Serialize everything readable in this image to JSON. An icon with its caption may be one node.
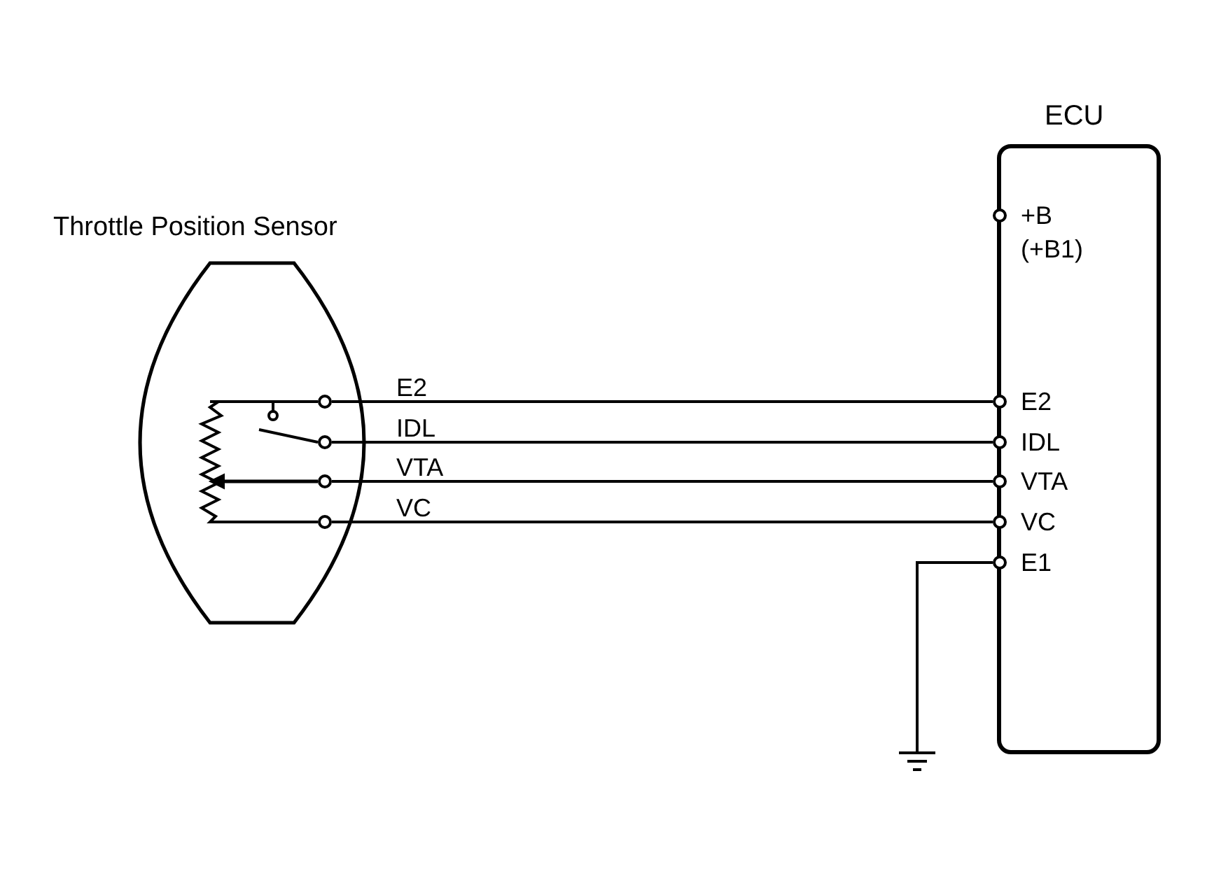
{
  "diagram": {
    "nodes": [
      {
        "text": [
          "Throttle Position Sensor"
        ]
      },
      {
        "text": [],
        "shape": "circle",
        "in": 0
      },
      {
        "text": [],
        "shape": "circle",
        "in": 0
      },
      {
        "text": [],
        "shape": "circle",
        "in": 0
      },
      {
        "text": [],
        "shape": "circle",
        "in": 0
      },
      {
        "text": [
          "ECU"
        ]
      },
      {
        "text": [
          "+B",
          "(+B1)"
        ],
        "in": 5
      },
      {
        "text": [
          "E2"
        ],
        "in": 5
      },
      {
        "text": [
          "IDL"
        ],
        "in": 5
      },
      {
        "text": [
          "VTA"
        ],
        "in": 5
      },
      {
        "text": [
          "VC"
        ],
        "in": 5
      },
      {
        "text": [
          "E1"
        ],
        "in": 5
      },
      {
        "text": [],
        "shape": "ground"
      }
    ],
    "edges": [
      {
        "from": 1,
        "to": 7,
        "arrow": "none",
        "label": "E2"
      },
      {
        "from": 2,
        "to": 8,
        "arrow": "none",
        "label": "IDL"
      },
      {
        "from": 3,
        "to": 9,
        "arrow": "none",
        "label": "VTA"
      },
      {
        "from": 4,
        "to": 10,
        "arrow": "none",
        "label": "VC"
      },
      {
        "from": 11,
        "to": 12,
        "arrow": "none"
      }
    ]
  }
}
